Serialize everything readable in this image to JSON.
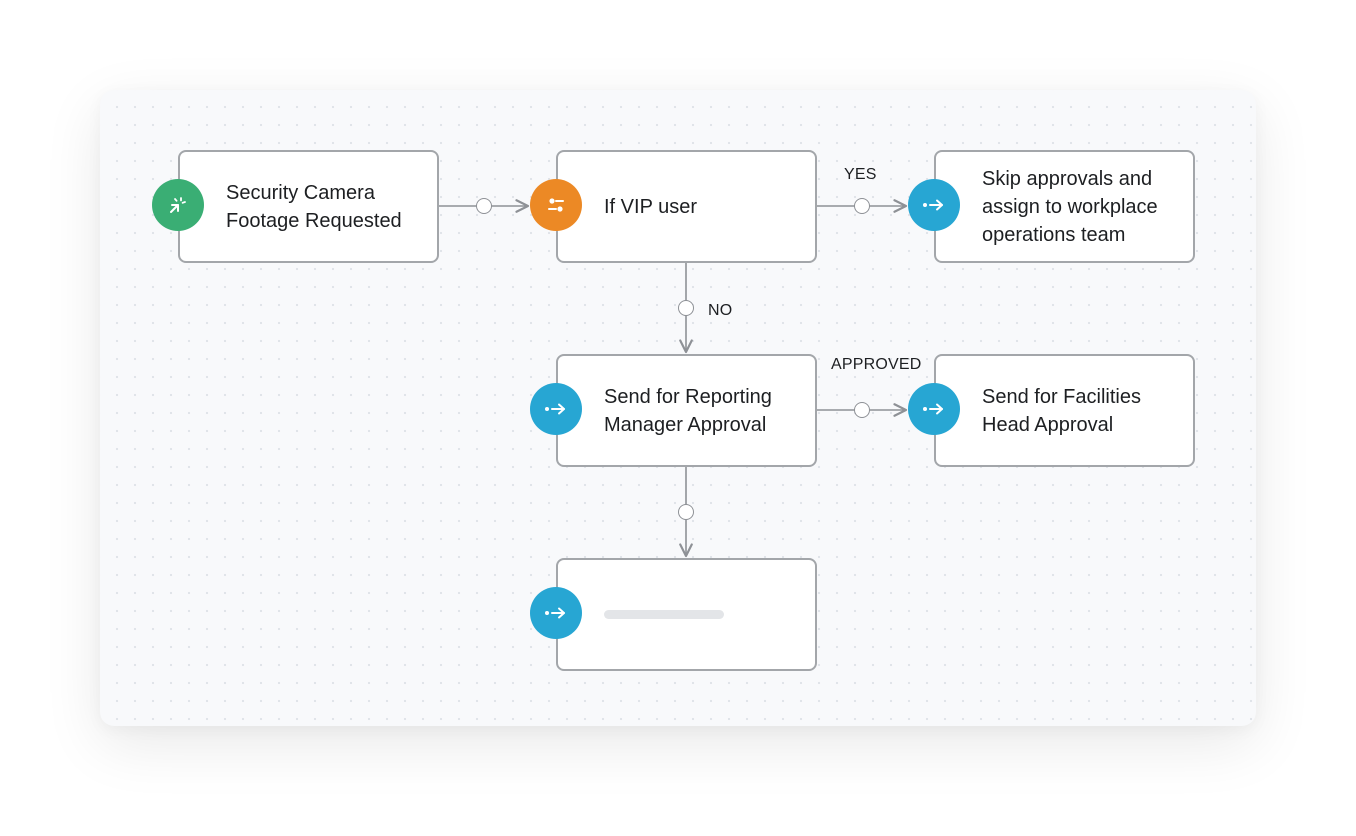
{
  "nodes": {
    "trigger": {
      "label": "Security Camera Footage Requested",
      "icon": "cursor-click-icon",
      "color": "#3aae74"
    },
    "condition": {
      "label": "If VIP user",
      "icon": "sliders-icon",
      "color": "#ec8925"
    },
    "skip": {
      "label": "Skip approvals and assign to workplace operations team",
      "icon": "arrow-action-icon",
      "color": "#27a6d3"
    },
    "manager": {
      "label": "Send for Reporting Manager Approval",
      "icon": "arrow-action-icon",
      "color": "#27a6d3"
    },
    "facilities": {
      "label": "Send for Facilities Head Approval",
      "icon": "arrow-action-icon",
      "color": "#27a6d3"
    },
    "empty": {
      "label": "",
      "icon": "arrow-action-icon",
      "color": "#27a6d3"
    }
  },
  "edges": {
    "yes_label": "YES",
    "no_label": "NO",
    "approved_label": "APPROVED"
  },
  "colors": {
    "connector_line": "#8e9196",
    "node_border": "#a3a6aa"
  }
}
